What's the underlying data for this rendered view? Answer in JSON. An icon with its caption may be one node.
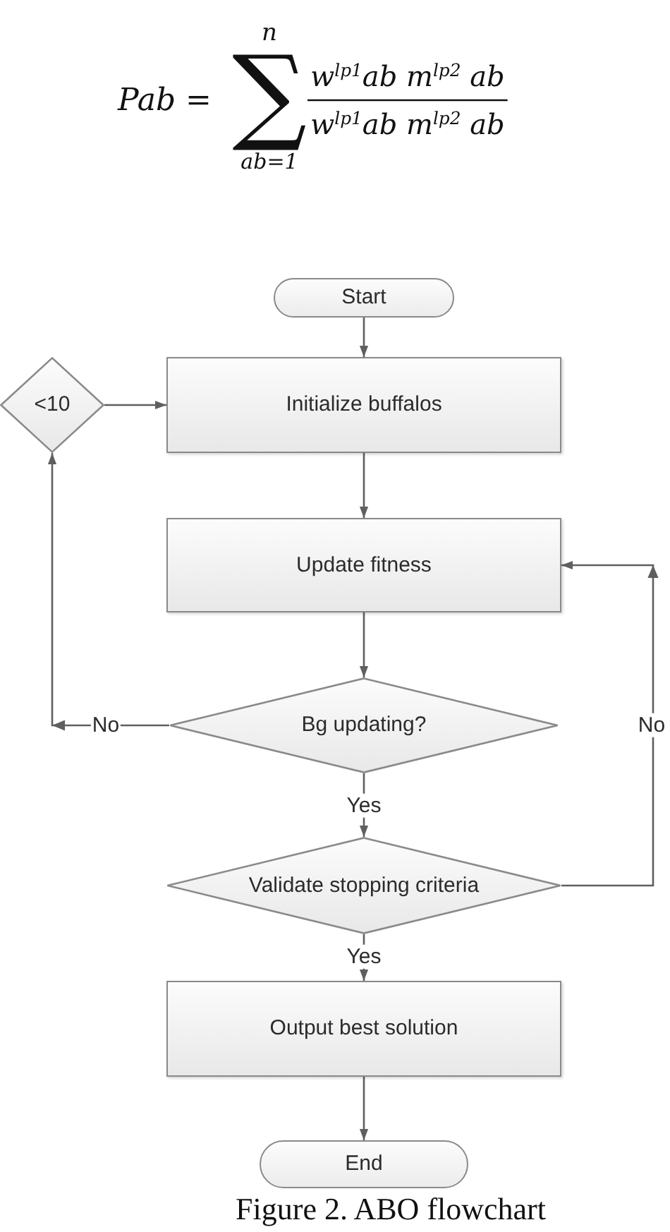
{
  "diagram": {
    "caption": "Figure 2. ABO flowchart",
    "nodes": [
      {
        "text": [
          "Start"
        ]
      },
      {
        "text": [
          "<10"
        ]
      },
      {
        "text": [
          "Initialize buffalos"
        ]
      },
      {
        "text": [
          "Update fitness"
        ]
      },
      {
        "text": [
          "Bg updating?"
        ]
      },
      {
        "text": [
          "Validate stopping criteria"
        ]
      },
      {
        "text": [
          "Output best solution"
        ]
      },
      {
        "text": [
          "End"
        ]
      }
    ],
    "edges": [
      {
        "from": 0,
        "to": 2,
        "arrow": "to"
      },
      {
        "from": 1,
        "to": 2,
        "arrow": "to"
      },
      {
        "from": 2,
        "to": 3,
        "arrow": "to"
      },
      {
        "from": 3,
        "to": 4,
        "arrow": "to"
      },
      {
        "from": 4,
        "to": 1,
        "arrow": "to",
        "label": "No"
      },
      {
        "from": 4,
        "to": 5,
        "arrow": "to",
        "label": "Yes"
      },
      {
        "from": 5,
        "to": 3,
        "arrow": "to",
        "label": "No"
      },
      {
        "from": 5,
        "to": 6,
        "arrow": "to",
        "label": "Yes"
      },
      {
        "from": 6,
        "to": 7,
        "arrow": "to"
      }
    ],
    "labels": [
      "Pab =",
      "n",
      "∑",
      "w$^{lp1}$ab m$^{lp2}$ ab",
      "w$^{lp1}$ab m$^{lp2}$ ab",
      "ab=1"
    ]
  }
}
